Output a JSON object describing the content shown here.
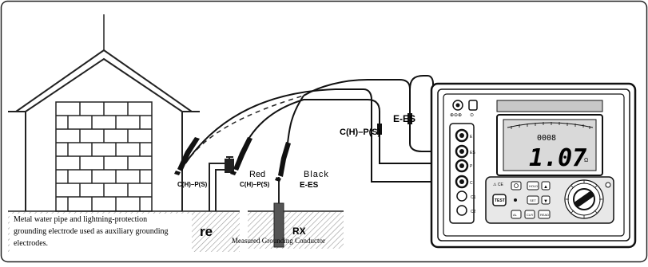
{
  "labels": {
    "clip_left": "C(H)–P(S)",
    "clip_mid": "C(H)–P(S)",
    "red": "Red",
    "black": "Black",
    "e_es_lower": "E-ES",
    "c_label": "C(H)–P(S)",
    "e_es_upper": "E-ES",
    "re": "re",
    "rx": "RX",
    "measured": "Measured Grounding Conductor",
    "caption_line1": "Metal water pipe and lightning-protection",
    "caption_line2": "grounding electrode used as auxiliary grounding",
    "caption_line3": "electrodes."
  },
  "meter": {
    "display_small": "0008",
    "display_big": "1.07",
    "display_unit": "Ω",
    "terminals": [
      "E",
      "ES",
      "P",
      "C",
      "C1",
      "C2"
    ],
    "buttons": [
      "TEST",
      "HOLD",
      "SET",
      "AL",
      "CLR",
      "READ"
    ],
    "top_icons": [
      "⊕⊖⊕",
      "⊙"
    ]
  },
  "colors": {
    "line": "#111111",
    "panel": "#e8e8e8",
    "lcd": "#d9d9d9",
    "ground": "#555555"
  }
}
